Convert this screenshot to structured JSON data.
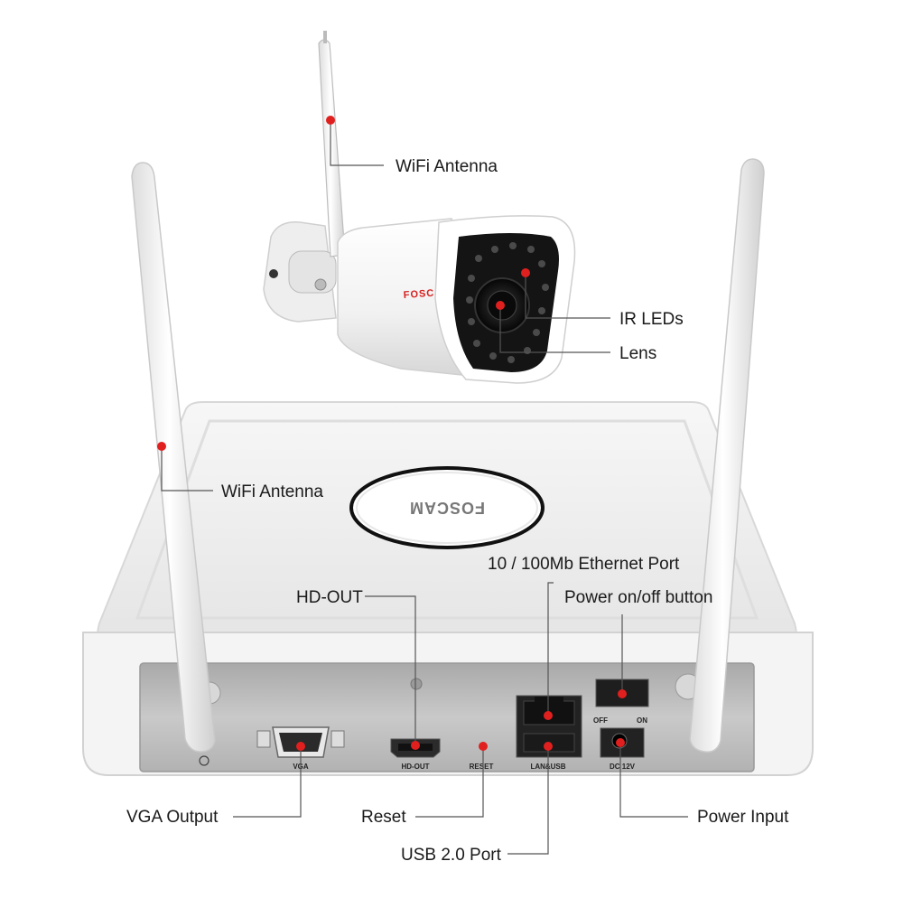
{
  "callouts": {
    "camera_antenna": "WiFi Antenna",
    "ir_leds": "IR LEDs",
    "lens": "Lens",
    "nvr_antenna": "WiFi Antenna",
    "hd_out": "HD-OUT",
    "ethernet": "10 / 100Mb Ethernet Port",
    "power_button": "Power on/off button",
    "vga_output": "VGA Output",
    "reset": "Reset",
    "usb": "USB 2.0 Port",
    "power_input": "Power Input"
  },
  "device_text": {
    "camera_brand": "FOSCAM",
    "nvr_brand": "FOSCAM",
    "vga": "VGA",
    "hdout": "HD-OUT",
    "reset": "RESET",
    "lanusb": "LAN&USB",
    "dc": "DC 12V",
    "off": "OFF",
    "on": "ON"
  },
  "colors": {
    "marker": "#e0201f",
    "leader_line": "#555555",
    "nvr_body": "#f2f2f2",
    "back_panel": "#bdbdbd"
  }
}
